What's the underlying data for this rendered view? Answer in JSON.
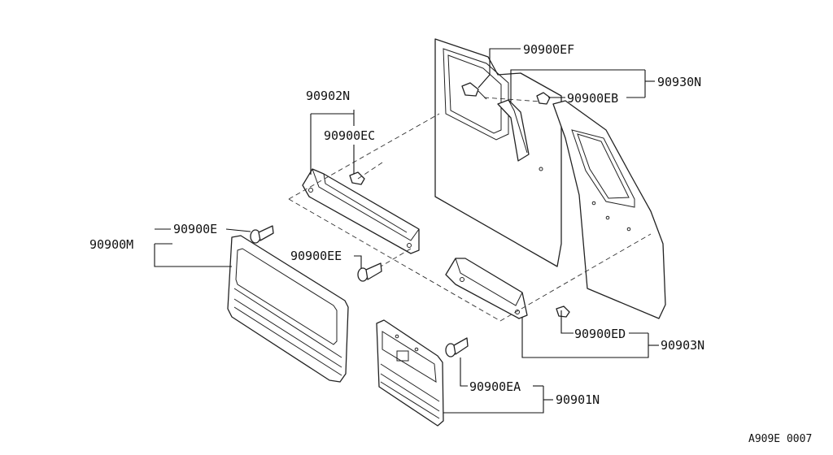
{
  "labels": {
    "p90900EF": "90900EF",
    "p90930N": "90930N",
    "p90900EB": "90900EB",
    "p90902N": "90902N",
    "p90900EC": "90900EC",
    "p90900E": "90900E",
    "p90900M": "90900M",
    "p90900EE": "90900EE",
    "p90900ED": "90900ED",
    "p90903N": "90903N",
    "p90900EA": "90900EA",
    "p90901N": "90901N"
  },
  "diagram_code": "A909E 0007"
}
